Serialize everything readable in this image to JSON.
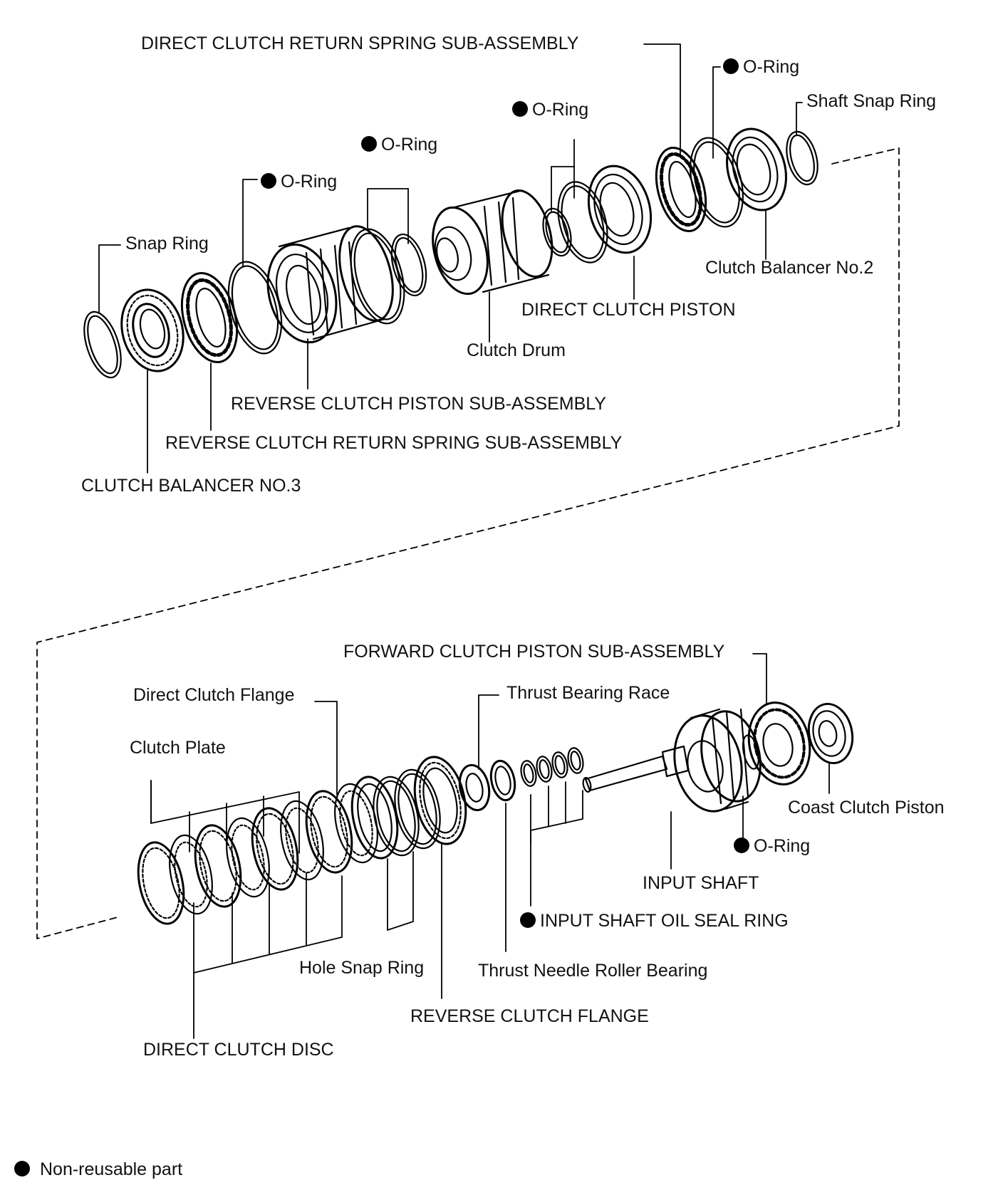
{
  "labels": {
    "direct_clutch_return_spring": "DIRECT CLUTCH RETURN SPRING SUB-ASSEMBLY",
    "o_ring": "O-Ring",
    "shaft_snap_ring": "Shaft Snap Ring",
    "snap_ring": "Snap Ring",
    "clutch_balancer_no2": "Clutch Balancer No.2",
    "direct_clutch_piston": "DIRECT CLUTCH PISTON",
    "clutch_drum": "Clutch Drum",
    "reverse_clutch_piston": "REVERSE CLUTCH PISTON SUB-ASSEMBLY",
    "reverse_clutch_return_spring": "REVERSE CLUTCH RETURN SPRING SUB-ASSEMBLY",
    "clutch_balancer_no3": "CLUTCH BALANCER NO.3",
    "forward_clutch_piston": "FORWARD CLUTCH PISTON SUB-ASSEMBLY",
    "direct_clutch_flange": "Direct Clutch Flange",
    "thrust_bearing_race": "Thrust Bearing Race",
    "clutch_plate": "Clutch Plate",
    "coast_clutch_piston": "Coast Clutch Piston",
    "input_shaft": "INPUT SHAFT",
    "input_shaft_oil_seal_ring": "INPUT SHAFT OIL SEAL RING",
    "hole_snap_ring": "Hole Snap Ring",
    "thrust_needle_roller_bearing": "Thrust Needle Roller Bearing",
    "reverse_clutch_flange": "REVERSE CLUTCH FLANGE",
    "direct_clutch_disc": "DIRECT CLUTCH DISC"
  },
  "legend": {
    "non_reusable": "Non-reusable part"
  }
}
